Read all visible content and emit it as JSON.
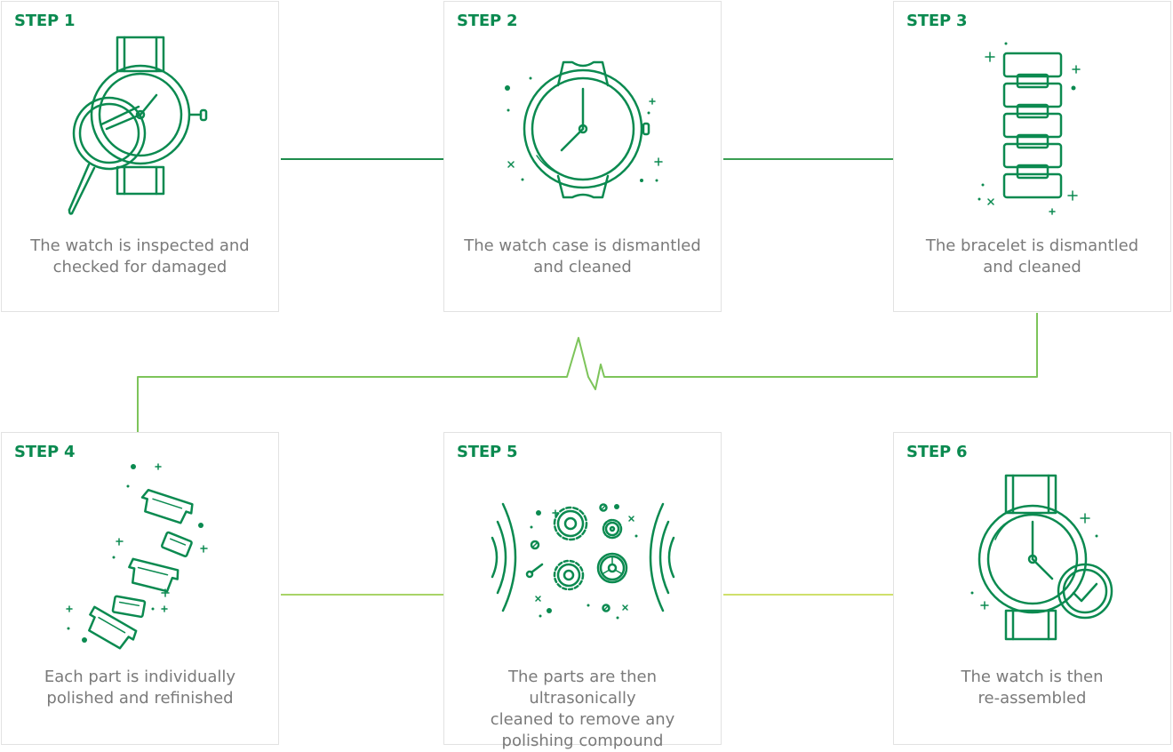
{
  "steps": [
    {
      "label": "STEP 1",
      "description": [
        "The watch is inspected and",
        "checked for damaged"
      ],
      "icon": "watch-magnifier-icon"
    },
    {
      "label": "STEP 2",
      "description": [
        "The watch case is dismantled",
        "and cleaned"
      ],
      "icon": "watch-case-icon"
    },
    {
      "label": "STEP 3",
      "description": [
        "The bracelet is dismantled",
        "and cleaned"
      ],
      "icon": "bracelet-icon"
    },
    {
      "label": "STEP 4",
      "description": [
        "Each part is individually",
        "polished and refinished"
      ],
      "icon": "polished-links-icon"
    },
    {
      "label": "STEP 5",
      "description": [
        "The parts are then ultrasonically",
        "cleaned to remove any",
        "polishing compound"
      ],
      "icon": "ultrasonic-gears-icon"
    },
    {
      "label": "STEP 6",
      "description": [
        "The watch is then",
        "re-assembled"
      ],
      "icon": "watch-check-icon"
    }
  ],
  "colors": {
    "accent": "#0b8a50",
    "connector_dark": "#1e8c4c",
    "connector_light": "#7dc45a",
    "connector_yellow": "#c9df6a",
    "text": "#7a7a7a",
    "border": "#e2e2e2"
  }
}
